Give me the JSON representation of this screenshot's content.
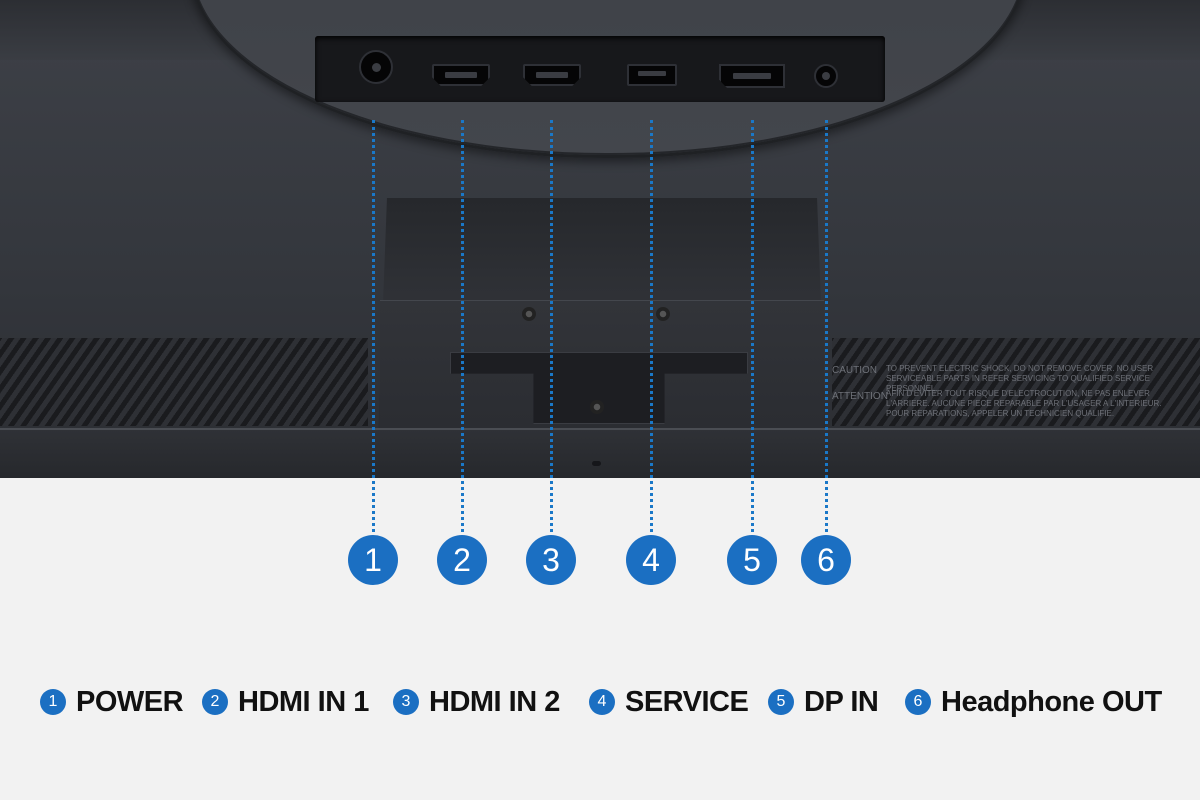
{
  "callouts": [
    {
      "number": "1",
      "label": "POWER"
    },
    {
      "number": "2",
      "label": "HDMI IN 1"
    },
    {
      "number": "3",
      "label": "HDMI IN 2"
    },
    {
      "number": "4",
      "label": "SERVICE"
    },
    {
      "number": "5",
      "label": "DP IN"
    },
    {
      "number": "6",
      "label": "Headphone OUT"
    }
  ],
  "caution_label": {
    "caution_word": "CAUTION",
    "attention_word": "ATTENTION",
    "caution_text": "TO PREVENT ELECTRIC SHOCK, DO NOT REMOVE COVER. NO USER SERVICEABLE PARTS IN REFER SERVICING TO QUALIFIED SERVICE PERSONNEL.",
    "attention_text": "AFIN D'EVITER TOUT RISQUE D'ELECTROCUTION, NE PAS ENLEVER L'ARRIERE. AUCUNE PIECE REPARABLE PAR L'USAGER A L'INTERIEUR. POUR REPARATIONS, APPELER UN TECHNICIEN QUALIFIE."
  },
  "colors": {
    "accent_blue": "#1b6fc2",
    "dotted_line_blue": "#1a78c8",
    "background": "#f2f2f2",
    "legend_text": "#111111"
  },
  "icons": [
    "power-port-icon",
    "hdmi-port-icon",
    "hdmi-port-icon",
    "usb-port-icon",
    "displayport-icon",
    "headphone-jack-icon"
  ]
}
